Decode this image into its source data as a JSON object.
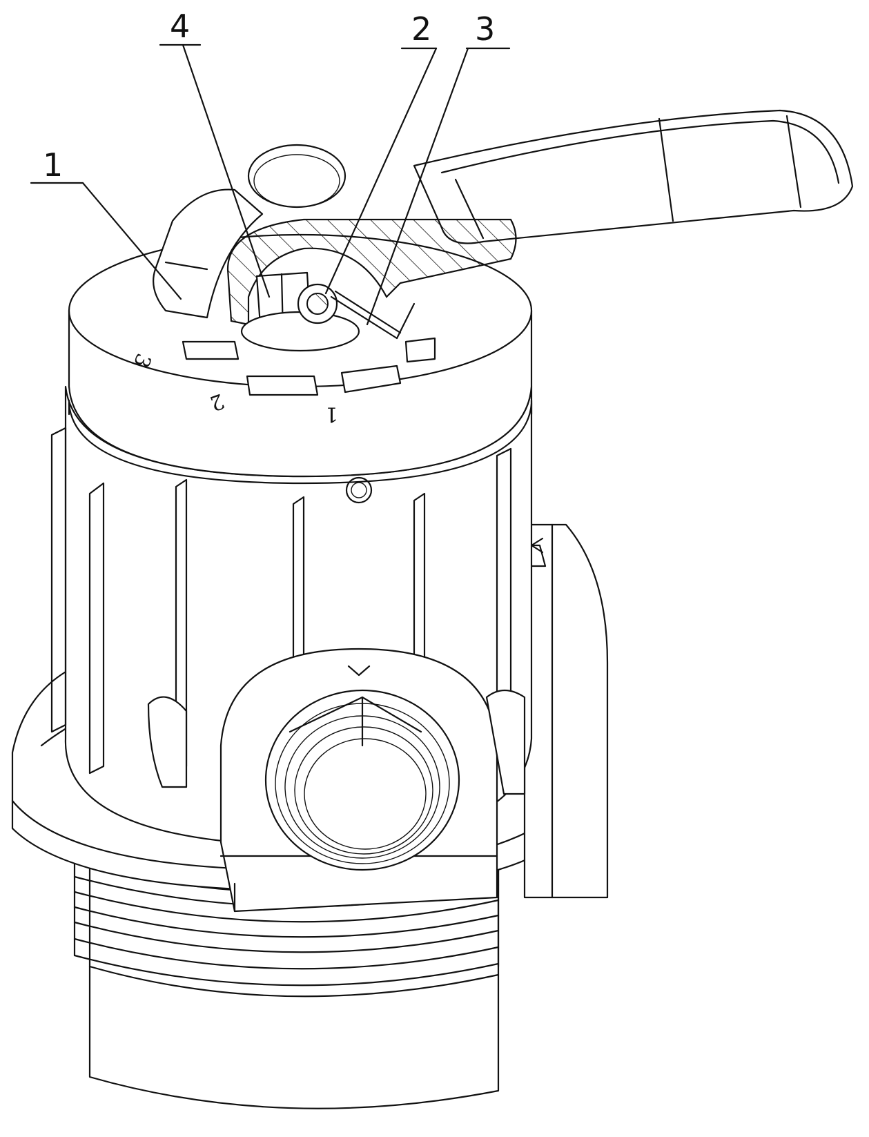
{
  "figure": {
    "callouts": [
      {
        "id": "1",
        "label": "1"
      },
      {
        "id": "2",
        "label": "2"
      },
      {
        "id": "3",
        "label": "3"
      },
      {
        "id": "4",
        "label": "4"
      }
    ],
    "dial_marks": [
      {
        "id": "m1",
        "label": "1"
      },
      {
        "id": "m2",
        "label": "2"
      },
      {
        "id": "m3",
        "label": "3"
      }
    ]
  }
}
